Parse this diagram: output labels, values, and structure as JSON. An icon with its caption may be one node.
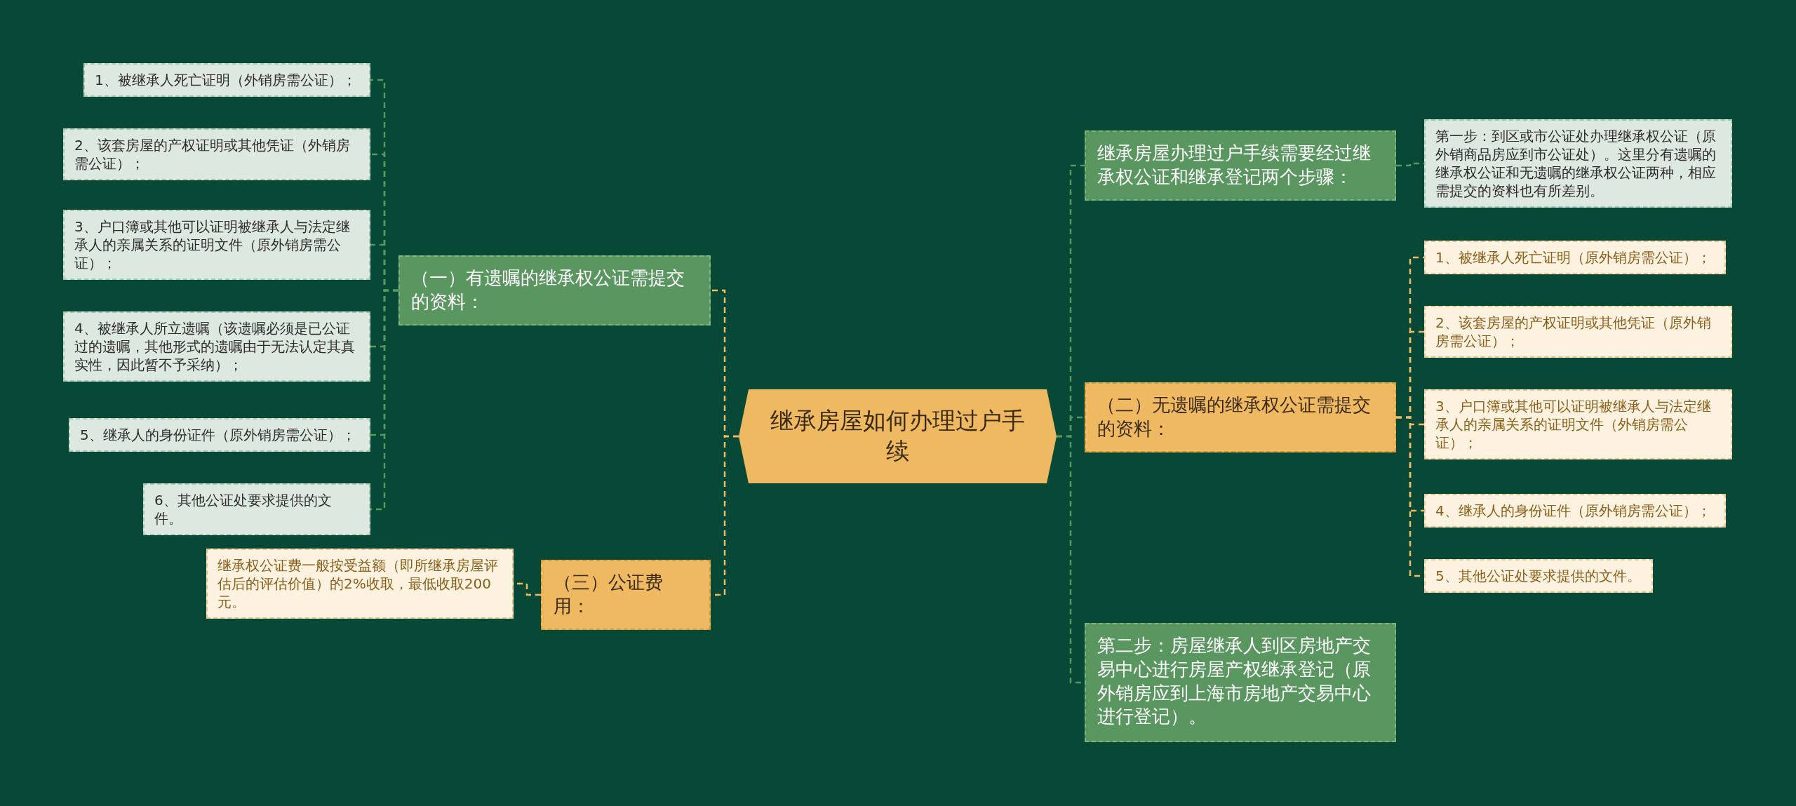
{
  "diagram": {
    "nodes": [
      {
        "text": [
          "继承房屋如何办理过户手续"
        ]
      },
      {
        "text": [
          "（一）有遗嘱的继承权公证需提交的资料："
        ]
      },
      {
        "text": [
          "1、被继承人死亡证明（外销房需公证）；"
        ]
      },
      {
        "text": [
          "2、该套房屋的产权证明或其他凭证（外销房需公证）；"
        ]
      },
      {
        "text": [
          "3、户口簿或其他可以证明被继承人与法定继承人的亲属关系的证明文件（原外销房需公证）；"
        ]
      },
      {
        "text": [
          "4、被继承人所立遗嘱（该遗嘱必须是已公证过的遗嘱，其他形式的遗嘱由于无法认定其真实性，因此暂不予采纳）；"
        ]
      },
      {
        "text": [
          "5、继承人的身份证件（原外销房需公证）；"
        ]
      },
      {
        "text": [
          "6、其他公证处要求提供的文件。"
        ]
      },
      {
        "text": [
          "（三）公证费用："
        ]
      },
      {
        "text": [
          "继承权公证费一般按受益额（即所继承房屋评估后的评估价值）的2%收取，最低收取200元。"
        ]
      },
      {
        "text": [
          "继承房屋办理过户手续需要经过继承权公证和继承登记两个步骤："
        ]
      },
      {
        "text": [
          "第一步：到区或市公证处办理继承权公证（原外销商品房应到市公证处）。这里分有遗嘱的继承权公证和无遗嘱的继承权公证两种，相应需提交的资料也有所差别。"
        ]
      },
      {
        "text": [
          "（二）无遗嘱的继承权公证需提交的资料："
        ]
      },
      {
        "text": [
          "1、被继承人死亡证明（原外销房需公证）；"
        ]
      },
      {
        "text": [
          "2、该套房屋的产权证明或其他凭证（原外销房需公证）；"
        ]
      },
      {
        "text": [
          "3、户口簿或其他可以证明被继承人与法定继承人的亲属关系的证明文件（外销房需公证）；"
        ]
      },
      {
        "text": [
          "4、继承人的身份证件（原外销房需公证）；"
        ]
      },
      {
        "text": [
          "5、其他公证处要求提供的文件。"
        ]
      },
      {
        "text": [
          "第二步：房屋继承人到区房地产交易中心进行房屋产权继承登记（原外销房应到上海市房地产交易中心进行登记）。"
        ]
      }
    ],
    "edges": [
      {
        "from": 0,
        "to": 1,
        "arrow": "none",
        "style": "dashed",
        "color": "#f0bb63"
      },
      {
        "from": 0,
        "to": 8,
        "arrow": "none",
        "style": "dashed",
        "color": "#f0bb63"
      },
      {
        "from": 1,
        "to": 2,
        "arrow": "none",
        "style": "dashed"
      },
      {
        "from": 1,
        "to": 3,
        "arrow": "none",
        "style": "dashed"
      },
      {
        "from": 1,
        "to": 4,
        "arrow": "none",
        "style": "dashed"
      },
      {
        "from": 1,
        "to": 5,
        "arrow": "none",
        "style": "dashed"
      },
      {
        "from": 1,
        "to": 6,
        "arrow": "none",
        "style": "dashed"
      },
      {
        "from": 1,
        "to": 7,
        "arrow": "none",
        "style": "dashed"
      },
      {
        "from": 8,
        "to": 9,
        "arrow": "none",
        "style": "dashed",
        "color": "#f0bb63"
      },
      {
        "from": 0,
        "to": 10,
        "arrow": "none",
        "style": "dashed"
      },
      {
        "from": 0,
        "to": 12,
        "arrow": "none",
        "style": "dashed"
      },
      {
        "from": 0,
        "to": 18,
        "arrow": "none",
        "style": "dashed"
      },
      {
        "from": 10,
        "to": 11,
        "arrow": "none",
        "style": "dashed"
      },
      {
        "from": 12,
        "to": 13,
        "arrow": "none",
        "style": "dashed",
        "color": "#f0bb63"
      },
      {
        "from": 12,
        "to": 14,
        "arrow": "none",
        "style": "dashed",
        "color": "#f0bb63"
      },
      {
        "from": 12,
        "to": 15,
        "arrow": "none",
        "style": "dashed",
        "color": "#f0bb63"
      },
      {
        "from": 12,
        "to": 16,
        "arrow": "none",
        "style": "dashed",
        "color": "#f0bb63"
      },
      {
        "from": 12,
        "to": 17,
        "arrow": "none",
        "style": "dashed",
        "color": "#f0bb63"
      }
    ]
  }
}
